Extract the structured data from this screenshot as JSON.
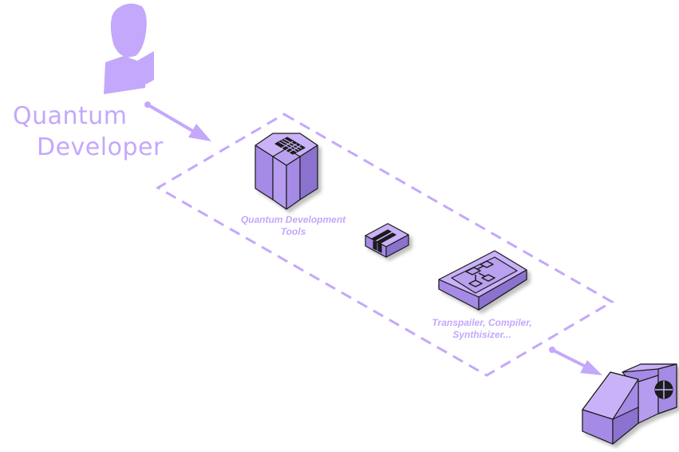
{
  "actor": {
    "label_line1": "Quantum",
    "label_line2": "Developer",
    "icon": "user-icon"
  },
  "group": {
    "style": "dashed"
  },
  "nodes": {
    "dev_tools": {
      "label_line1": "Quantum Development",
      "label_line2": "Tools",
      "icon": "tower-server-icon"
    },
    "connector": {
      "icon": "package-icon"
    },
    "transpiler": {
      "label_line1": "Transpailer, Compiler,",
      "label_line2": "Synthisizer...",
      "icon": "workflow-tile-icon"
    },
    "hardware": {
      "icon": "quantum-processor-icon"
    }
  },
  "colors": {
    "accent": "#c4a8fb",
    "shape_light": "#c9b2f7",
    "shape_mid": "#a58be6",
    "shape_dark": "#8b72cf",
    "outline": "#1a1a1a"
  }
}
